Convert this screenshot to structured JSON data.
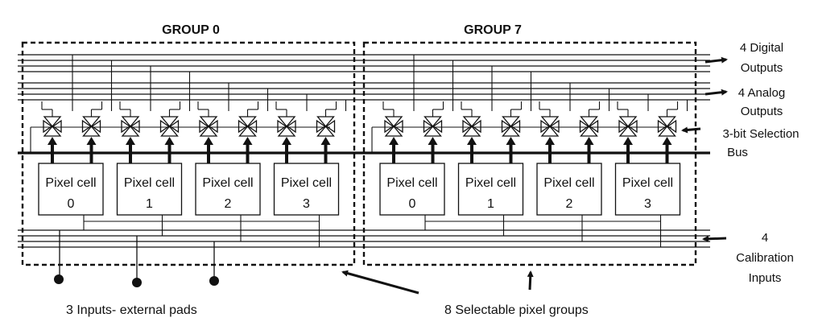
{
  "groups": [
    {
      "title": "GROUP 0",
      "cells": [
        {
          "label": "Pixel cell",
          "index": "0"
        },
        {
          "label": "Pixel cell",
          "index": "1"
        },
        {
          "label": "Pixel cell",
          "index": "2"
        },
        {
          "label": "Pixel cell",
          "index": "3"
        }
      ]
    },
    {
      "title": "GROUP 7",
      "cells": [
        {
          "label": "Pixel cell",
          "index": "0"
        },
        {
          "label": "Pixel cell",
          "index": "1"
        },
        {
          "label": "Pixel cell",
          "index": "2"
        },
        {
          "label": "Pixel cell",
          "index": "3"
        }
      ]
    }
  ],
  "side_labels": {
    "digital_outputs": [
      "4 Digital",
      "Outputs"
    ],
    "analog_outputs": [
      "4 Analog",
      "Outputs"
    ],
    "selection_bus": [
      "3-bit Selection",
      "Bus"
    ],
    "calibration_inputs": [
      "4",
      "Calibration",
      "Inputs"
    ]
  },
  "footer": {
    "external_pads": "3 Inputs- external pads",
    "selectable_groups": "8 Selectable pixel groups"
  },
  "colors": {
    "ink": "#111111",
    "background": "#ffffff"
  }
}
